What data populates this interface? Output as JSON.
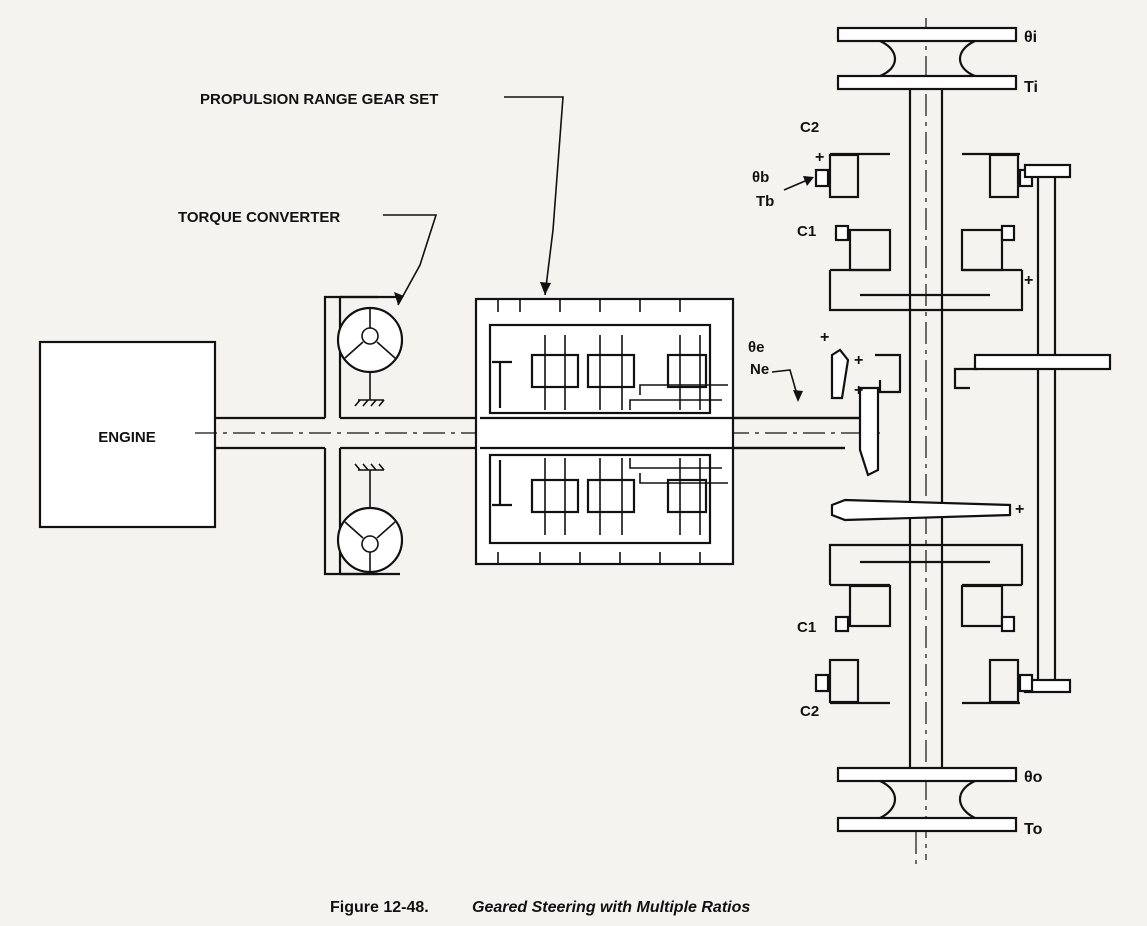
{
  "labels": {
    "engine": "ENGINE",
    "torque_converter": "TORQUE CONVERTER",
    "propulsion_range": "PROPULSION RANGE GEAR SET",
    "theta_i": "θi",
    "t_i": "Ti",
    "c2_top": "C2",
    "theta_b": "θb",
    "t_b": "Tb",
    "c1_top": "C1",
    "theta_e": "θe",
    "n_e": "Ne",
    "c1_bottom": "C1",
    "c2_bottom": "C2",
    "theta_o": "θo",
    "t_o": "To",
    "plus": "+"
  },
  "caption": {
    "prefix": "Figure 12-48.",
    "title": "Geared Steering with Multiple Ratios"
  }
}
